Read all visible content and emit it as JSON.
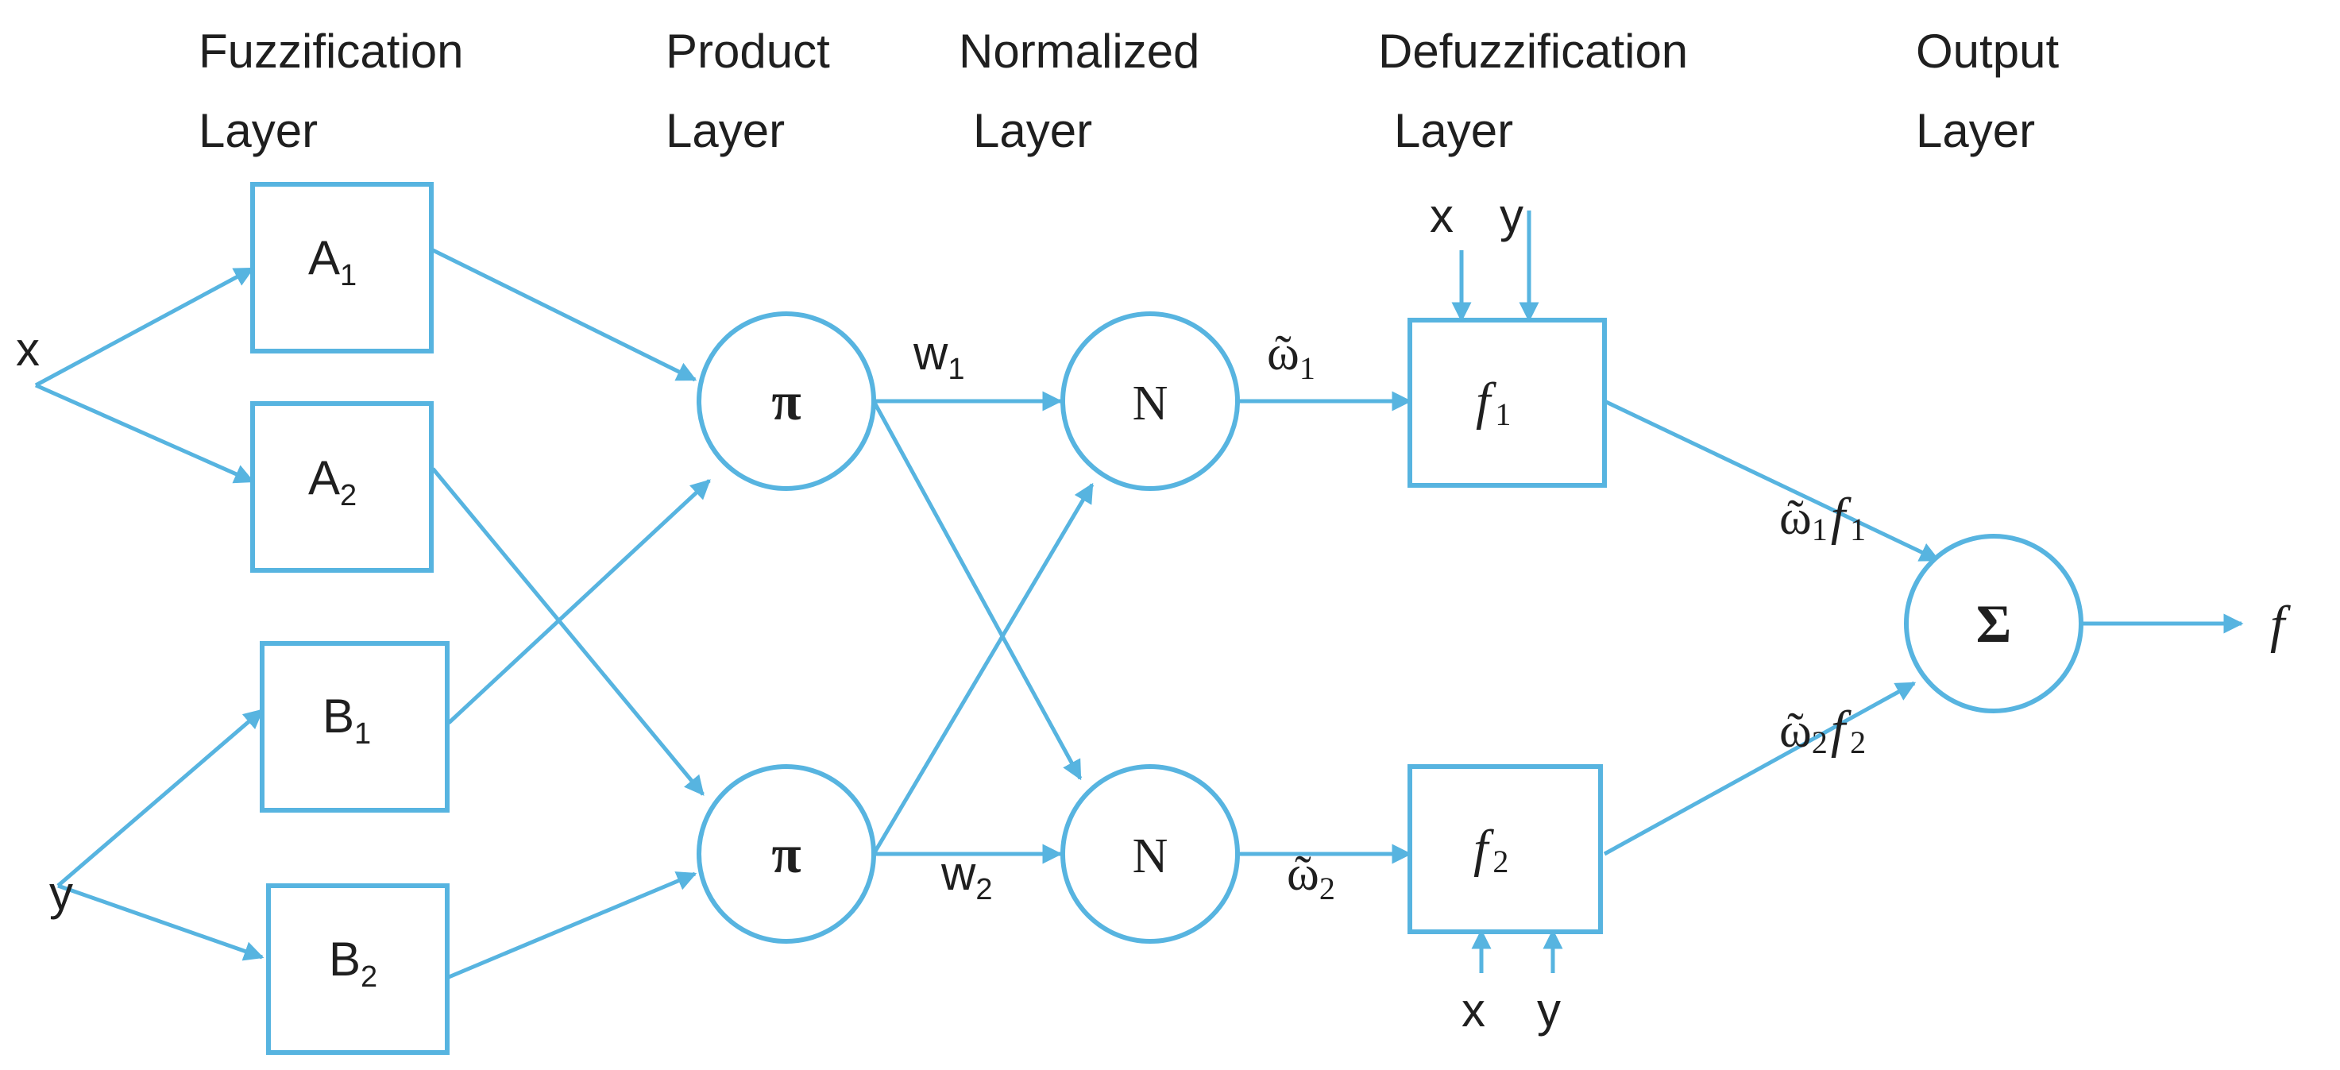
{
  "headers": {
    "fuzzification": [
      "Fuzzification",
      "Layer"
    ],
    "product": [
      "Product",
      "Layer"
    ],
    "normalized": [
      "Normalized",
      "Layer"
    ],
    "defuzzification": [
      "Defuzzification",
      "Layer"
    ],
    "output": [
      "Output",
      "Layer"
    ]
  },
  "inputs": {
    "x": "x",
    "y": "y"
  },
  "fuzzy_nodes": [
    {
      "letter": "A",
      "sub": "1"
    },
    {
      "letter": "A",
      "sub": "2"
    },
    {
      "letter": "B",
      "sub": "1"
    },
    {
      "letter": "B",
      "sub": "2"
    }
  ],
  "product_nodes": [
    "π",
    "π"
  ],
  "normalized_nodes": [
    "N",
    "N"
  ],
  "weights": [
    {
      "letter": "w",
      "sub": "1"
    },
    {
      "letter": "w",
      "sub": "2"
    }
  ],
  "normalized_weights": [
    {
      "letter": "ῶ",
      "sub": "1"
    },
    {
      "letter": "ῶ",
      "sub": "2"
    }
  ],
  "defuzz_nodes": [
    {
      "letter": "f",
      "sub": "1"
    },
    {
      "letter": "f",
      "sub": "2"
    }
  ],
  "defuzz_inputs": {
    "top": [
      "x",
      "y"
    ],
    "bottom": [
      "x",
      "y"
    ]
  },
  "weighted_outputs": [
    {
      "w": "ῶ",
      "wsub": "1",
      "f": "f",
      "fsub": "1"
    },
    {
      "w": "ῶ",
      "wsub": "2",
      "f": "f",
      "fsub": "2"
    }
  ],
  "sum_node": "Σ",
  "output": "f",
  "colors": {
    "line": "#57b4e0",
    "text": "#1f1f1f"
  }
}
